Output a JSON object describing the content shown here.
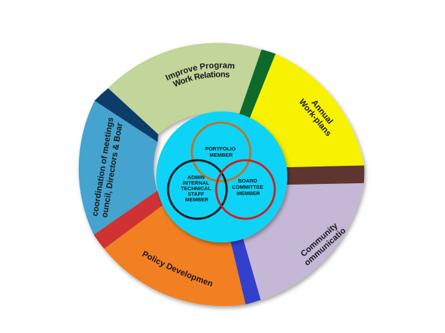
{
  "diagram": {
    "segments": [
      {
        "id": "improve",
        "lines": [
          "Improve Program",
          "Work Relations"
        ],
        "color": "#c2d59a"
      },
      {
        "id": "annual",
        "lines": [
          "Annual",
          "Work-plans"
        ],
        "color": "#f6f200"
      },
      {
        "id": "community",
        "lines": [
          "Community",
          "communication"
        ],
        "color": "#c5b7d6"
      },
      {
        "id": "policy",
        "lines": [
          "Policy Development"
        ],
        "color": "#f27f21"
      },
      {
        "id": "coordination",
        "lines": [
          "coordination of meetings",
          "Council, Directors & Boards"
        ],
        "color": "#45a3cf"
      }
    ],
    "dividers": [
      {
        "id": "navy",
        "color": "#0d3a6b"
      },
      {
        "id": "green",
        "color": "#0f6a2c"
      },
      {
        "id": "brown",
        "color": "#5e3630"
      },
      {
        "id": "blue",
        "color": "#3340cc"
      },
      {
        "id": "red",
        "color": "#cf3333"
      }
    ],
    "core": {
      "fill": "#0ed3f7",
      "circles": [
        {
          "id": "portfolio",
          "lines": [
            "PORTFOLIO",
            "MEMBER"
          ],
          "stroke": "#c27222"
        },
        {
          "id": "admin",
          "lines": [
            "ADMIN",
            "INTERNAL",
            "TECHNICAL",
            "STAFF",
            "MEMBER"
          ],
          "stroke": "#1a1a1a"
        },
        {
          "id": "board",
          "lines": [
            "BOARD",
            "COMMITTEE",
            "MEMBER"
          ],
          "stroke": "#cc2222"
        }
      ]
    }
  }
}
